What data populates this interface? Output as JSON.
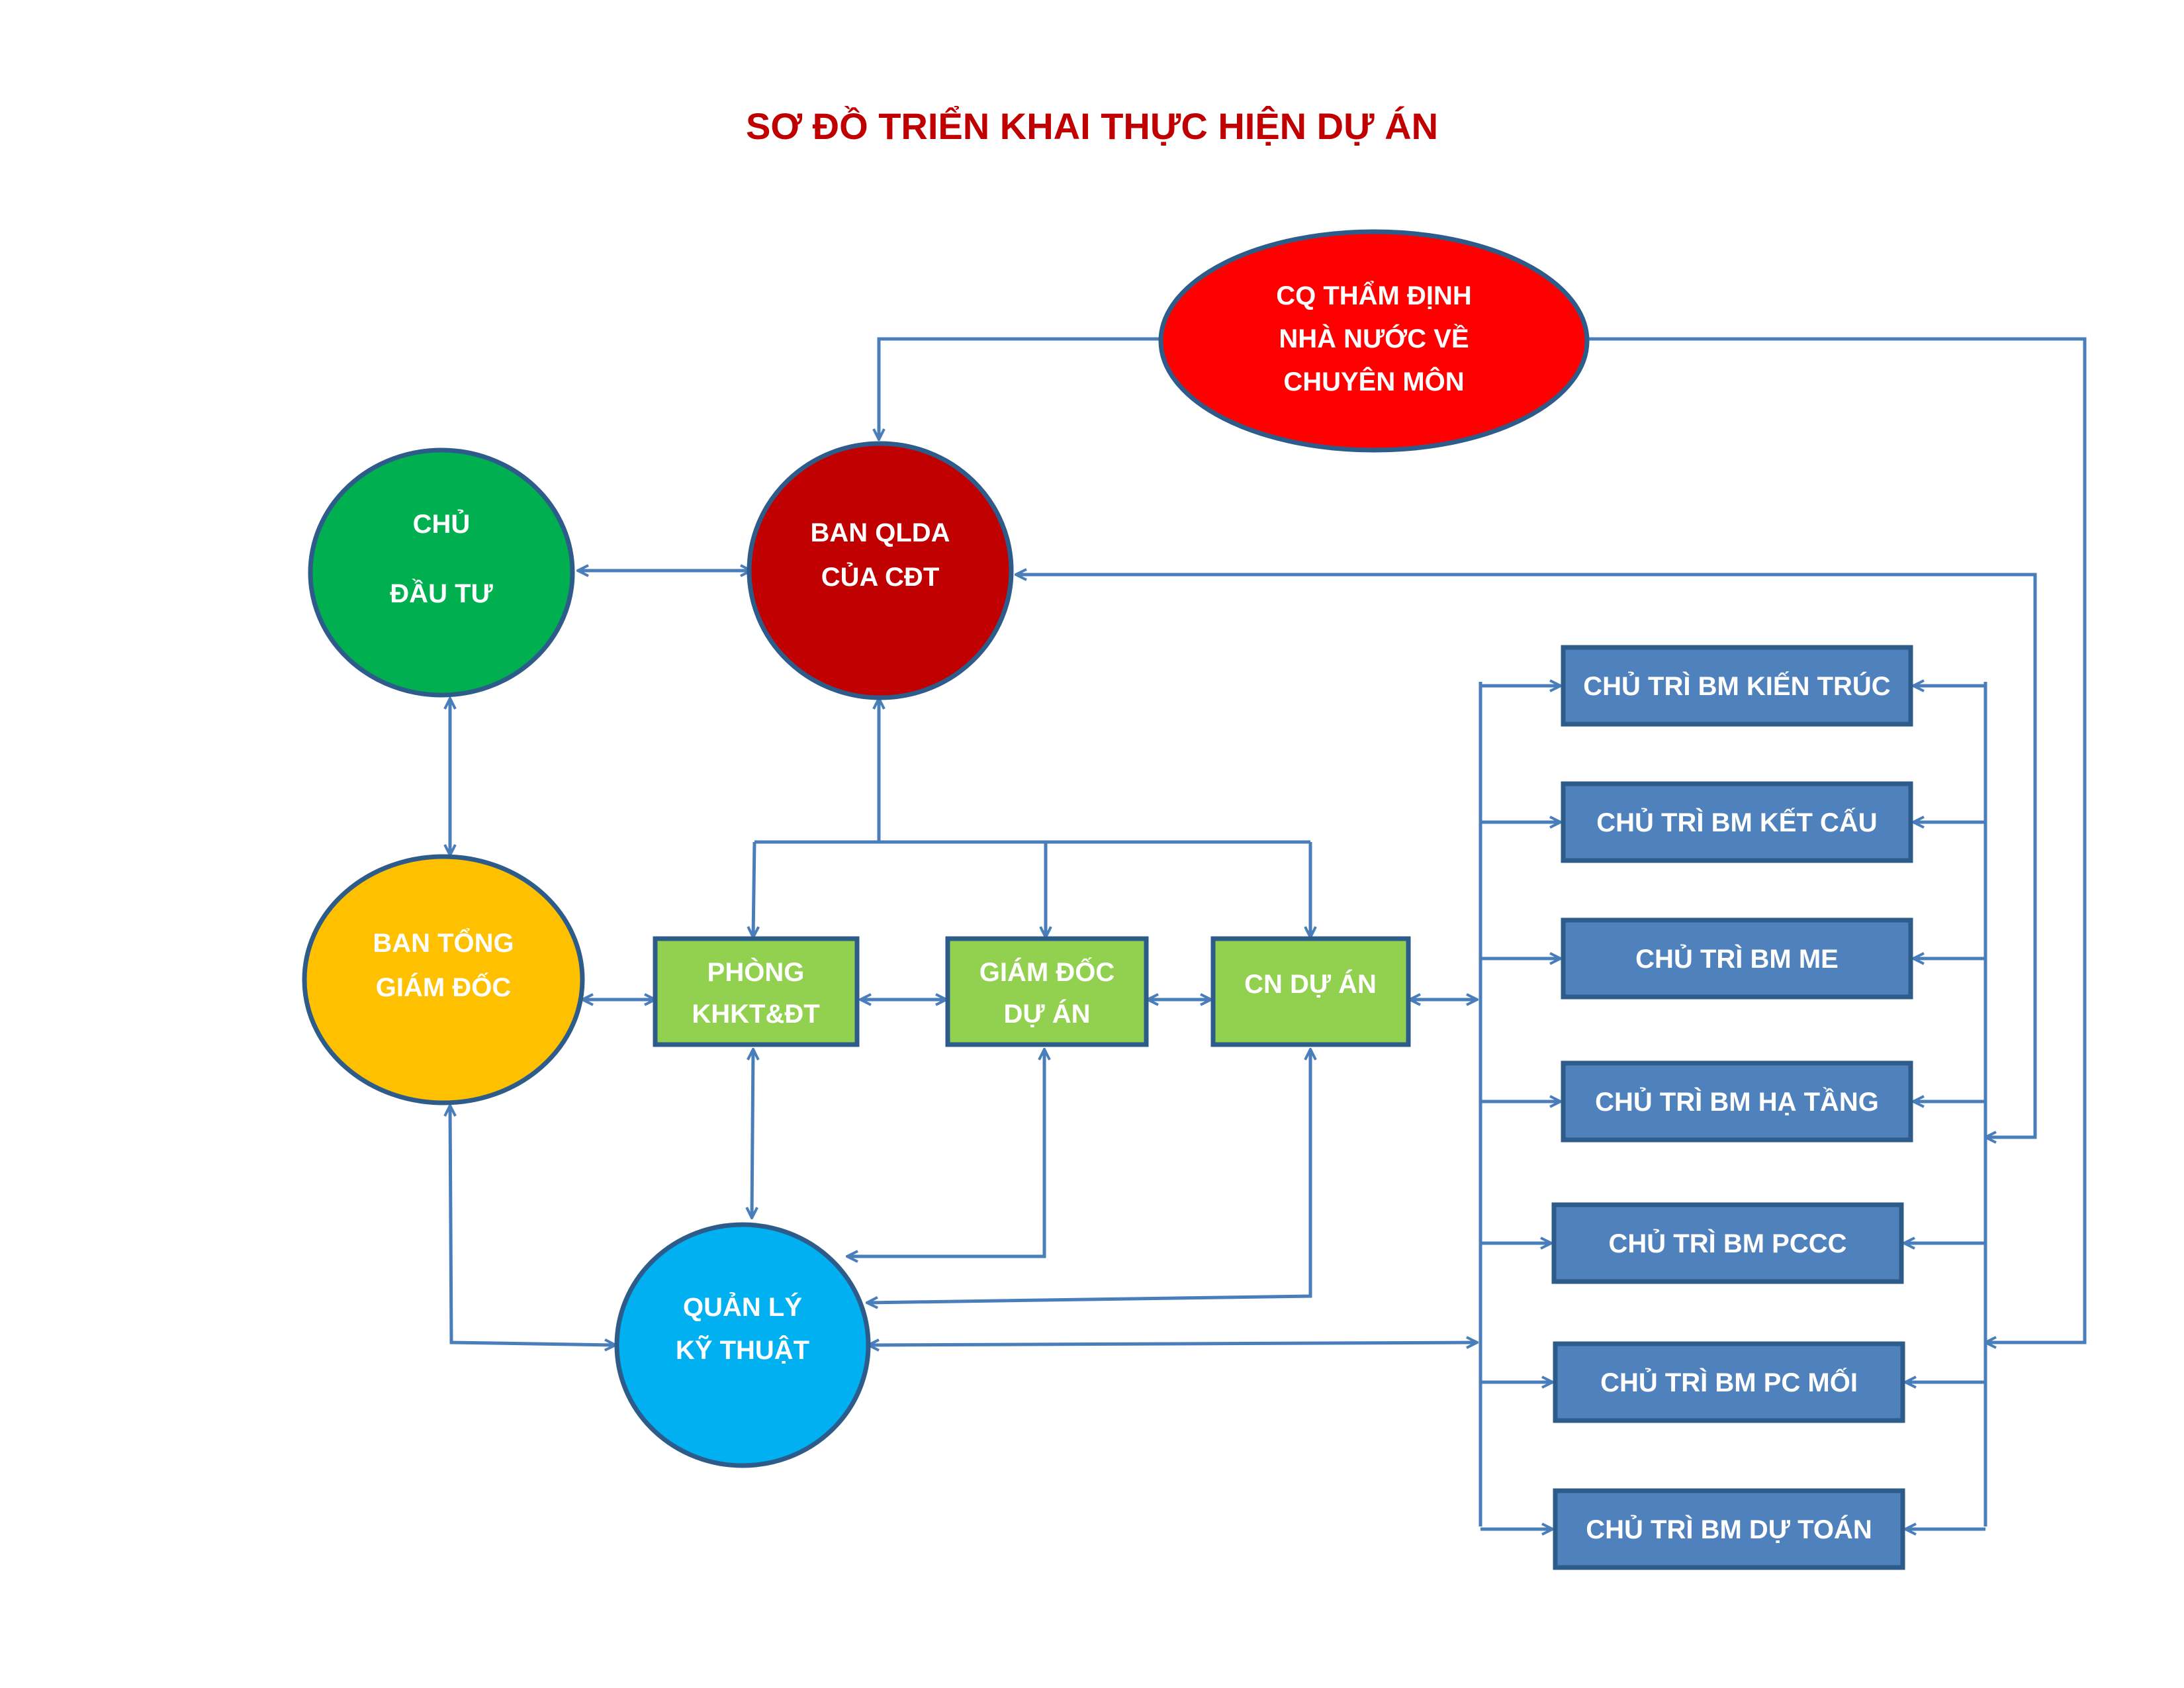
{
  "title": "SƠ ĐỒ TRIỂN KHAI THỰC HIỆN DỰ ÁN",
  "colors": {
    "edge": "#4a7ebb",
    "node_border": "#2e5c8a",
    "cq": "#ff0000",
    "ban_qlda": "#c00000",
    "chu_dau_tu": "#00b050",
    "ban_tgd": "#ffc000",
    "quan_ly_kt": "#00b0f0",
    "green_box": "#92d050",
    "blue_box": "#4f81bd"
  },
  "nodes": {
    "cq": [
      "CQ THẨM ĐỊNH",
      "NHÀ NƯỚC VỀ",
      "CHUYÊN MÔN"
    ],
    "ban_qlda": [
      "BAN QLDA",
      "CỦA CĐT"
    ],
    "chu_dau_tu": [
      "CHỦ",
      "ĐẦU TƯ"
    ],
    "ban_tgd": [
      "BAN TỔNG",
      "GIÁM ĐỐC"
    ],
    "phong": [
      "PHÒNG",
      "KHKT&ĐT"
    ],
    "gd_du_an": [
      "GIÁM ĐỐC",
      "DỰ ÁN"
    ],
    "cn_du_an": [
      "CN DỰ ÁN"
    ],
    "quan_ly": [
      "QUẢN LÝ",
      "KỸ THUẬT"
    ]
  },
  "departments": [
    "CHỦ TRÌ BM KIẾN TRÚC",
    "CHỦ TRÌ BM KẾT CẤU",
    "CHỦ TRÌ BM ME",
    "CHỦ TRÌ BM HẠ TẦNG",
    "CHỦ TRÌ BM PCCC",
    "CHỦ TRÌ BM PC MỐI",
    "CHỦ TRÌ BM DỰ TOÁN"
  ]
}
